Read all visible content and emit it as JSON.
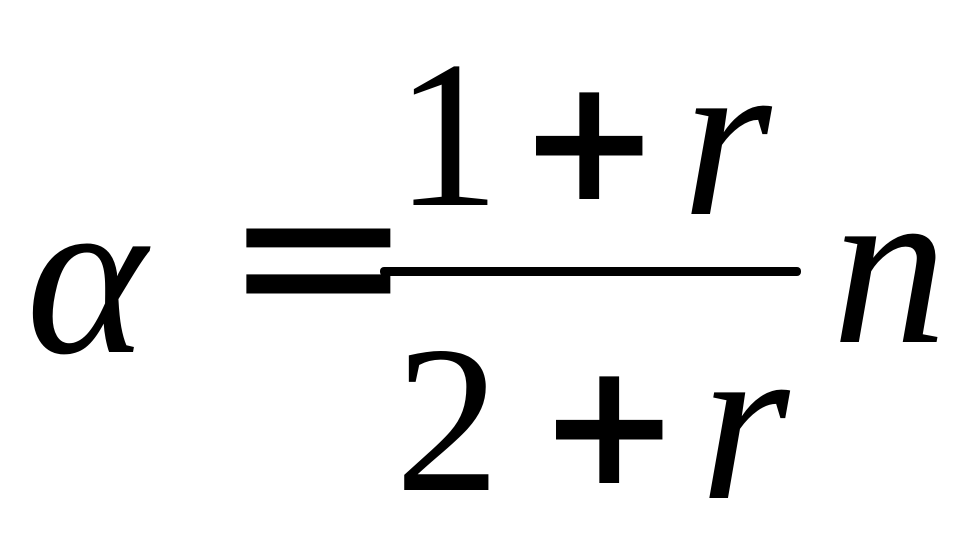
{
  "formula": {
    "lhs": "α",
    "equals": "=",
    "numerator": {
      "term1": "1",
      "operator": "+",
      "term2": "r"
    },
    "denominator": {
      "term1": "2",
      "operator": "+",
      "term2": "r"
    },
    "multiplier": "n"
  }
}
